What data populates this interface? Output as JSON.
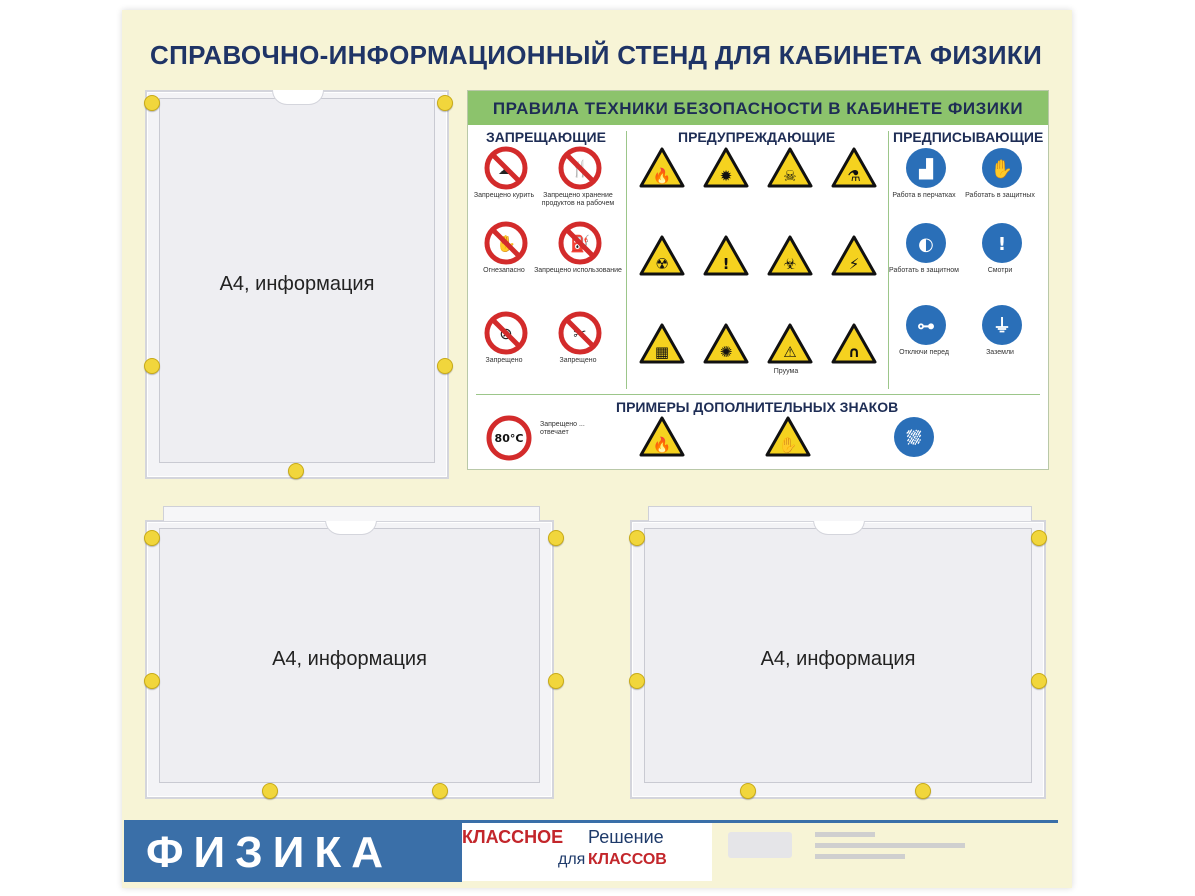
{
  "header": {
    "title": "СПРАВОЧНО-ИНФОРМАЦИОННЫЙ СТЕНД ДЛЯ КАБИНЕТА ФИЗИКИ"
  },
  "pockets": [
    {
      "label": "А4, информация"
    },
    {
      "label": "А4, информация"
    },
    {
      "label": "А4, информация"
    }
  ],
  "poster": {
    "title": "ПРАВИЛА ТЕХНИКИ БЕЗОПАСНОСТИ В КАБИНЕТЕ ФИЗИКИ",
    "columns": {
      "prohibiting": "ЗАПРЕЩАЮЩИЕ",
      "warning": "ПРЕДУПРЕЖДАЮЩИЕ",
      "mandatory": "ПРЕДПИСЫВАЮЩИЕ"
    },
    "prohibiting_signs": [
      {
        "icon": "no-smoking-icon",
        "caption": "Запрещено курить"
      },
      {
        "icon": "no-food-icon",
        "caption": "Запрещено хранение продуктов на рабочем"
      },
      {
        "icon": "no-touch-icon",
        "caption": "Огнезапасно"
      },
      {
        "icon": "no-extinguish-icon",
        "caption": "Запрещено использование"
      },
      {
        "icon": "no-entry-icon",
        "caption": "Запрещено"
      },
      {
        "icon": "no-tools-icon",
        "caption": "Запрещено"
      }
    ],
    "warning_signs": [
      {
        "icon": "flammable-warning-icon",
        "caption": ""
      },
      {
        "icon": "radiation-warning-icon",
        "caption": ""
      },
      {
        "icon": "corrosive-warning-icon",
        "caption": ""
      },
      {
        "icon": "chemical-warning-icon",
        "caption": ""
      },
      {
        "icon": "radioactive-warning-icon",
        "caption": ""
      },
      {
        "icon": "exclamation-warning-icon",
        "caption": ""
      },
      {
        "icon": "biohazard-warning-icon",
        "caption": ""
      },
      {
        "icon": "electric-warning-icon",
        "caption": ""
      },
      {
        "icon": "battery-warning-icon",
        "caption": ""
      },
      {
        "icon": "laser-warning-icon",
        "caption": ""
      },
      {
        "icon": "glass-warning-icon",
        "caption": "Пруума"
      },
      {
        "icon": "magnet-warning-icon",
        "caption": ""
      }
    ],
    "mandatory_signs": [
      {
        "icon": "boots-icon",
        "caption": "Работа в перчатках"
      },
      {
        "icon": "gloves-icon",
        "caption": "Работать в защитных"
      },
      {
        "icon": "face-shield-icon",
        "caption": "Работать в защитном"
      },
      {
        "icon": "info-icon",
        "caption": "Смотри"
      },
      {
        "icon": "switch-icon",
        "caption": "Отключи перед"
      },
      {
        "icon": "ground-icon",
        "caption": "Заземли"
      }
    ],
    "examples_title": "ПРИМЕРЫ ДОПОЛНИТЕЛЬНЫХ ЗНАКОВ",
    "examples": [
      {
        "icon": "temperature-limit-icon",
        "badge": "80°C",
        "caption": "Запрещено ... отвечает"
      },
      {
        "icon": "fire-warning-icon",
        "caption": ""
      },
      {
        "icon": "hand-warning-icon",
        "caption": ""
      },
      {
        "icon": "wash-icon",
        "caption": ""
      }
    ]
  },
  "footer": {
    "subject": "ФИЗИКА",
    "brand_red1": "КЛАССНОЕ",
    "brand_blue1": "Решение",
    "brand_blue2": "для",
    "brand_red2": "КЛАССОВ"
  },
  "colors": {
    "board": "#f7f4d6",
    "title": "#1f3466",
    "poster_head": "#8cc36c",
    "prohibit": "#d32b2b",
    "warn": "#f5d21f",
    "mandatory": "#2a6fb8",
    "footer_blue": "#3a6fa8"
  }
}
